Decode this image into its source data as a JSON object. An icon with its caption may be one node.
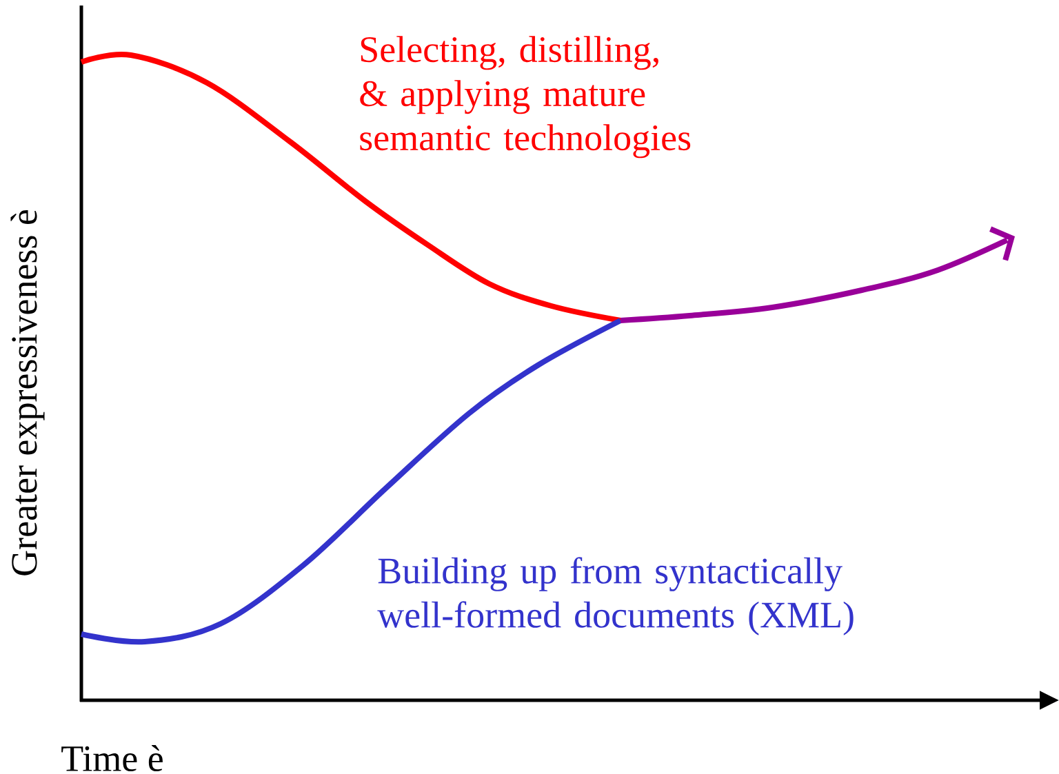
{
  "diagram": {
    "labels": [
      "Selecting, distilling, & applying mature semantic technologies",
      "Building up from syntactically well-formed documents (XML)",
      "Greater expressiveness è",
      "Time è"
    ]
  }
}
